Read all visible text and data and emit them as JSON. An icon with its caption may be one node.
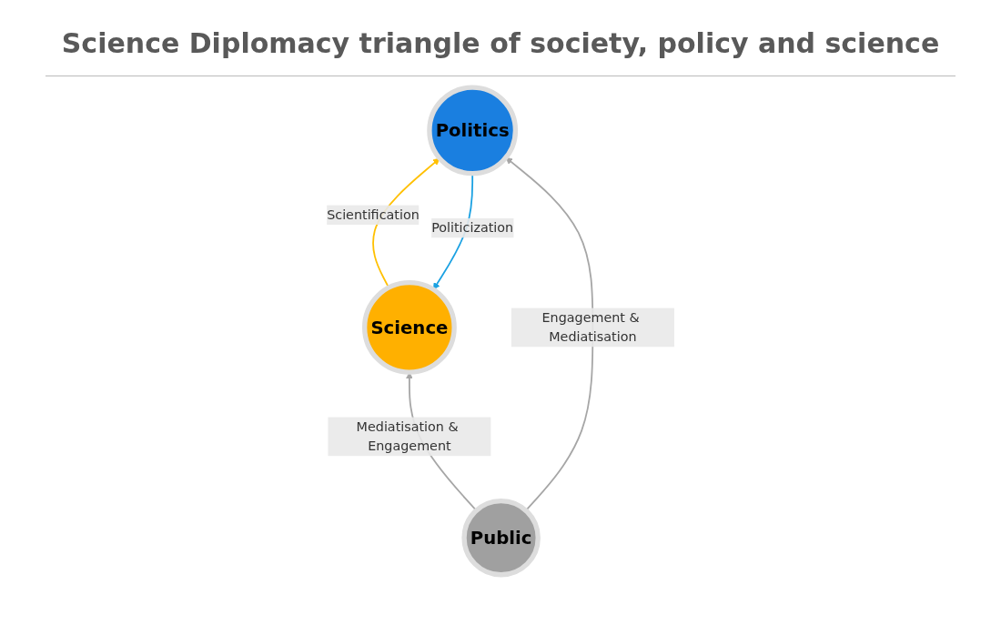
{
  "diagram": {
    "title": "Science Diplomacy triangle of society, policy and science",
    "nodes": [
      {
        "text": [
          "Science"
        ]
      },
      {
        "text": [
          "Politics"
        ]
      },
      {
        "text": [
          "Public"
        ]
      }
    ],
    "edges": [
      {
        "from": 0,
        "to": 1,
        "arrow": "to",
        "label": "Scientification",
        "color": "#ffc000"
      },
      {
        "from": 1,
        "to": 0,
        "arrow": "to",
        "label": "Politicization",
        "color": "#1ba1e2"
      },
      {
        "from": 2,
        "to": 0,
        "arrow": "to",
        "label": "Mediatisation & Engagement",
        "color": "#a6a6a6"
      },
      {
        "from": 2,
        "to": 1,
        "arrow": "to",
        "label": "Engagement & Mediatisation",
        "color": "#a6a6a6"
      }
    ]
  }
}
